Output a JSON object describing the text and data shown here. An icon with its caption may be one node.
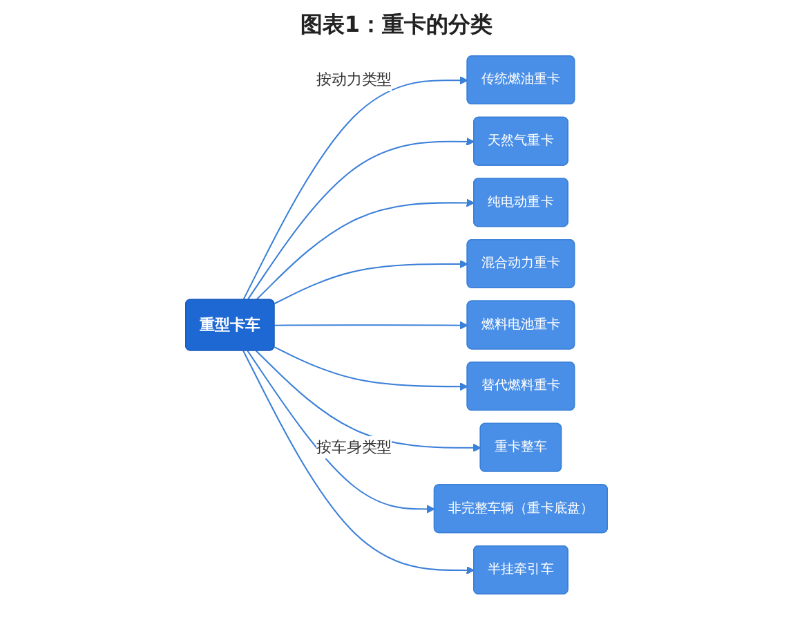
{
  "diagram": {
    "title": "图表1：重卡的分类",
    "nodes": [
      {
        "text": [
          "传统燃油重卡"
        ]
      },
      {
        "text": [
          "天然气重卡"
        ]
      },
      {
        "text": [
          "纯电动重卡"
        ]
      },
      {
        "text": [
          "混合动力重卡"
        ]
      },
      {
        "text": [
          "燃料电池重卡"
        ]
      },
      {
        "text": [
          "替代燃料重卡"
        ]
      },
      {
        "text": [
          "重型卡车"
        ]
      },
      {
        "text": [
          "重卡整车"
        ]
      },
      {
        "text": [
          "非完整车辆（重卡底盘）"
        ]
      },
      {
        "text": [
          "半挂牵引车"
        ]
      }
    ],
    "edges": [
      {
        "from": 6,
        "to": 0,
        "arrow": "to",
        "label": "按动力类型"
      },
      {
        "from": 6,
        "to": 1,
        "arrow": "to"
      },
      {
        "from": 6,
        "to": 2,
        "arrow": "to"
      },
      {
        "from": 6,
        "to": 3,
        "arrow": "to"
      },
      {
        "from": 6,
        "to": 4,
        "arrow": "to"
      },
      {
        "from": 6,
        "to": 5,
        "arrow": "to"
      },
      {
        "from": 6,
        "to": 7,
        "arrow": "to",
        "label": "按车身类型"
      },
      {
        "from": 6,
        "to": 8,
        "arrow": "to"
      },
      {
        "from": 6,
        "to": 9,
        "arrow": "to"
      }
    ]
  }
}
